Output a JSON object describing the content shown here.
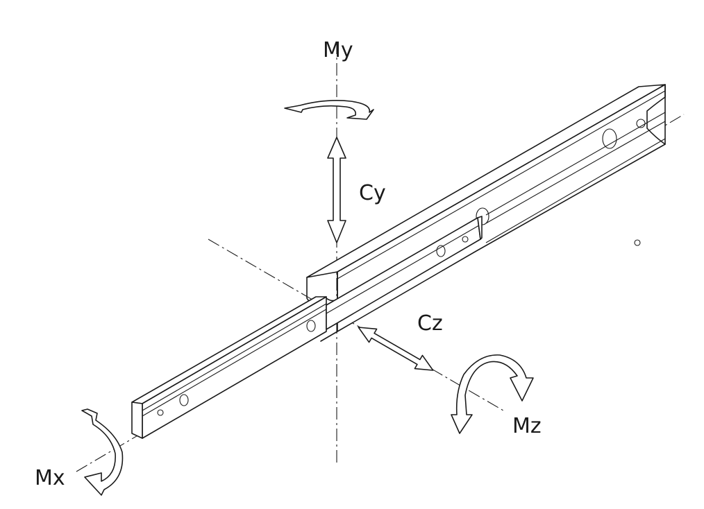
{
  "labels": {
    "my": "My",
    "cy": "Cy",
    "cz": "Cz",
    "mz": "Mz",
    "mx": "Mx"
  },
  "colors": {
    "line": "#1a1a1a",
    "background": "#ffffff"
  }
}
